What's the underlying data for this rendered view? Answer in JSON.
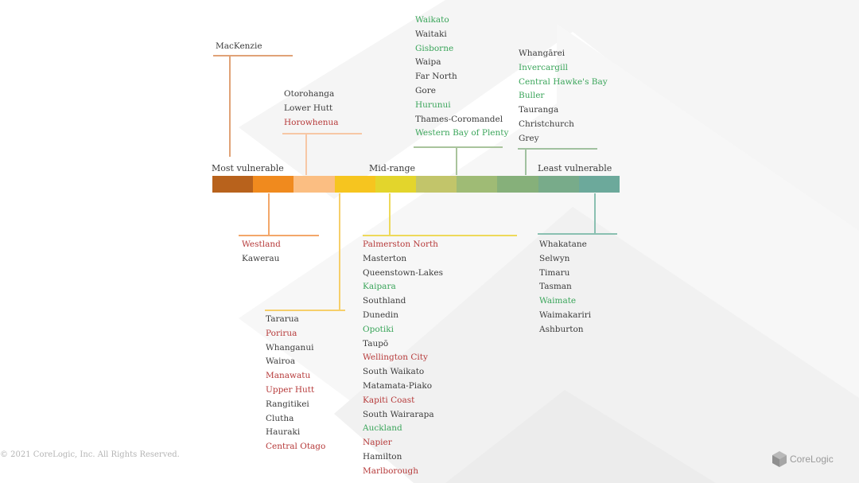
{
  "labels": {
    "most": "Most vulnerable",
    "mid": "Mid-range",
    "least": "Least vulnerable"
  },
  "scale_colors": [
    "#b8621c",
    "#f08a1e",
    "#fbbe82",
    "#f6c51f",
    "#e3d52c",
    "#c2c56a",
    "#9fbb75",
    "#86b07a",
    "#78ab8a",
    "#6ca99b"
  ],
  "groups": {
    "mackenzie": [
      {
        "t": "MacKenzie",
        "c": "n"
      }
    ],
    "otorohanga": [
      {
        "t": "Otorohanga",
        "c": "n"
      },
      {
        "t": "Lower Hutt",
        "c": "n"
      },
      {
        "t": "Horowhenua",
        "c": "r"
      }
    ],
    "waikato": [
      {
        "t": "Waikato",
        "c": "g"
      },
      {
        "t": "Waitaki",
        "c": "n"
      },
      {
        "t": "Gisborne",
        "c": "g"
      },
      {
        "t": "Waipa",
        "c": "n"
      },
      {
        "t": "Far North",
        "c": "n"
      },
      {
        "t": "Gore",
        "c": "n"
      },
      {
        "t": "Hurunui",
        "c": "g"
      },
      {
        "t": "Thames-Coromandel",
        "c": "n"
      },
      {
        "t": "Western Bay of Plenty",
        "c": "g"
      }
    ],
    "whangarei": [
      {
        "t": "Whangārei",
        "c": "n"
      },
      {
        "t": "Invercargill",
        "c": "g"
      },
      {
        "t": "Central Hawke's Bay",
        "c": "g"
      },
      {
        "t": "Buller",
        "c": "g"
      },
      {
        "t": "Tauranga",
        "c": "n"
      },
      {
        "t": "Christchurch",
        "c": "n"
      },
      {
        "t": "Grey",
        "c": "n"
      }
    ],
    "westland": [
      {
        "t": "Westland",
        "c": "r"
      },
      {
        "t": "Kawerau",
        "c": "n"
      }
    ],
    "tararua": [
      {
        "t": "Tararua",
        "c": "n"
      },
      {
        "t": "Porirua",
        "c": "r"
      },
      {
        "t": "Whanganui",
        "c": "n"
      },
      {
        "t": "Wairoa",
        "c": "n"
      },
      {
        "t": "Manawatu",
        "c": "r"
      },
      {
        "t": "Upper Hutt",
        "c": "r"
      },
      {
        "t": "Rangitikei",
        "c": "n"
      },
      {
        "t": "Clutha",
        "c": "n"
      },
      {
        "t": "Hauraki",
        "c": "n"
      },
      {
        "t": "Central Otago",
        "c": "r"
      }
    ],
    "palmerston": [
      {
        "t": "Palmerston North",
        "c": "r"
      },
      {
        "t": "Masterton",
        "c": "n"
      },
      {
        "t": "Queenstown-Lakes",
        "c": "n"
      },
      {
        "t": "Kaipara",
        "c": "g"
      },
      {
        "t": "Southland",
        "c": "n"
      },
      {
        "t": "Dunedin",
        "c": "n"
      },
      {
        "t": "Opotiki",
        "c": "g"
      },
      {
        "t": "Taupō",
        "c": "n"
      },
      {
        "t": "Wellington City",
        "c": "r"
      },
      {
        "t": "South Waikato",
        "c": "n"
      },
      {
        "t": "Matamata-Piako",
        "c": "n"
      },
      {
        "t": "Kapiti Coast",
        "c": "r"
      },
      {
        "t": "South Wairarapa",
        "c": "n"
      },
      {
        "t": "Auckland",
        "c": "g"
      },
      {
        "t": "Napier",
        "c": "r"
      },
      {
        "t": "Hamilton",
        "c": "n"
      },
      {
        "t": "Marlborough",
        "c": "r"
      }
    ],
    "whakatane": [
      {
        "t": "Whakatane",
        "c": "n"
      },
      {
        "t": "Selwyn",
        "c": "n"
      },
      {
        "t": "Timaru",
        "c": "n"
      },
      {
        "t": "Tasman",
        "c": "n"
      },
      {
        "t": "Waimate",
        "c": "g"
      },
      {
        "t": "Waimakariri",
        "c": "n"
      },
      {
        "t": "Ashburton",
        "c": "n"
      }
    ]
  },
  "footer": {
    "copyright": "© 2021 CoreLogic, Inc. All Rights Reserved.",
    "brand": "CoreLogic",
    "logo_icon": "corelogic-cube-icon"
  }
}
